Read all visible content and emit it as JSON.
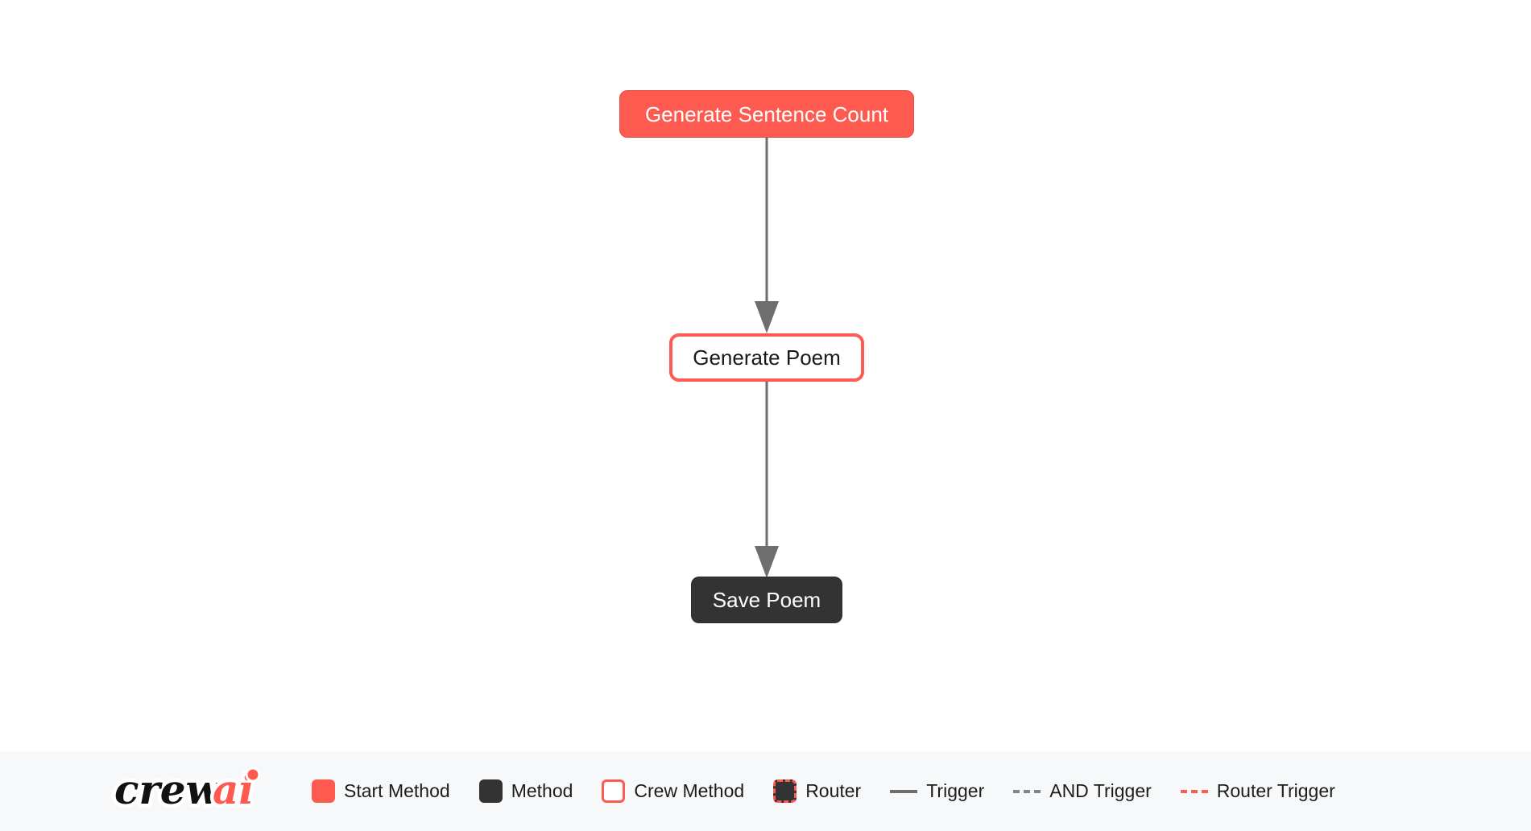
{
  "canvas": {
    "background_color": "#ffffff"
  },
  "flow": {
    "nodes": [
      {
        "id": "generate-sentence-count",
        "label": "Generate Sentence Count",
        "type": "start-method",
        "fill_color": "#ff5a50",
        "text_color": "#ffffff"
      },
      {
        "id": "generate-poem",
        "label": "Generate Poem",
        "type": "crew-method",
        "fill_color": "#ffffff",
        "border_color": "#ff5a50",
        "text_color": "#1a1a1a"
      },
      {
        "id": "save-poem",
        "label": "Save Poem",
        "type": "method",
        "fill_color": "#333333",
        "text_color": "#ffffff"
      }
    ],
    "edges": [
      {
        "from": "generate-sentence-count",
        "to": "generate-poem",
        "style": "trigger",
        "color": "#6e6e6e"
      },
      {
        "from": "generate-poem",
        "to": "save-poem",
        "style": "trigger",
        "color": "#6e6e6e"
      }
    ]
  },
  "legend": {
    "background_color": "#f6f8fa",
    "logo": {
      "text_dark": "crew",
      "text_accent": "ai",
      "accent_color": "#ff5a50"
    },
    "items": [
      {
        "label": "Start Method",
        "marker": "square-filled-red",
        "color": "#ff5a50"
      },
      {
        "label": "Method",
        "marker": "square-filled-dark",
        "color": "#333333"
      },
      {
        "label": "Crew Method",
        "marker": "square-outline-red",
        "color": "#ff5a50"
      },
      {
        "label": "Router",
        "marker": "square-dashed-red",
        "color": "#ff5a50"
      },
      {
        "label": "Trigger",
        "marker": "line-solid-gray",
        "color": "#6e6e6e"
      },
      {
        "label": "AND Trigger",
        "marker": "line-dashed-gray",
        "color": "#7d8790"
      },
      {
        "label": "Router Trigger",
        "marker": "line-dashed-red",
        "color": "#ff5a50"
      }
    ]
  }
}
